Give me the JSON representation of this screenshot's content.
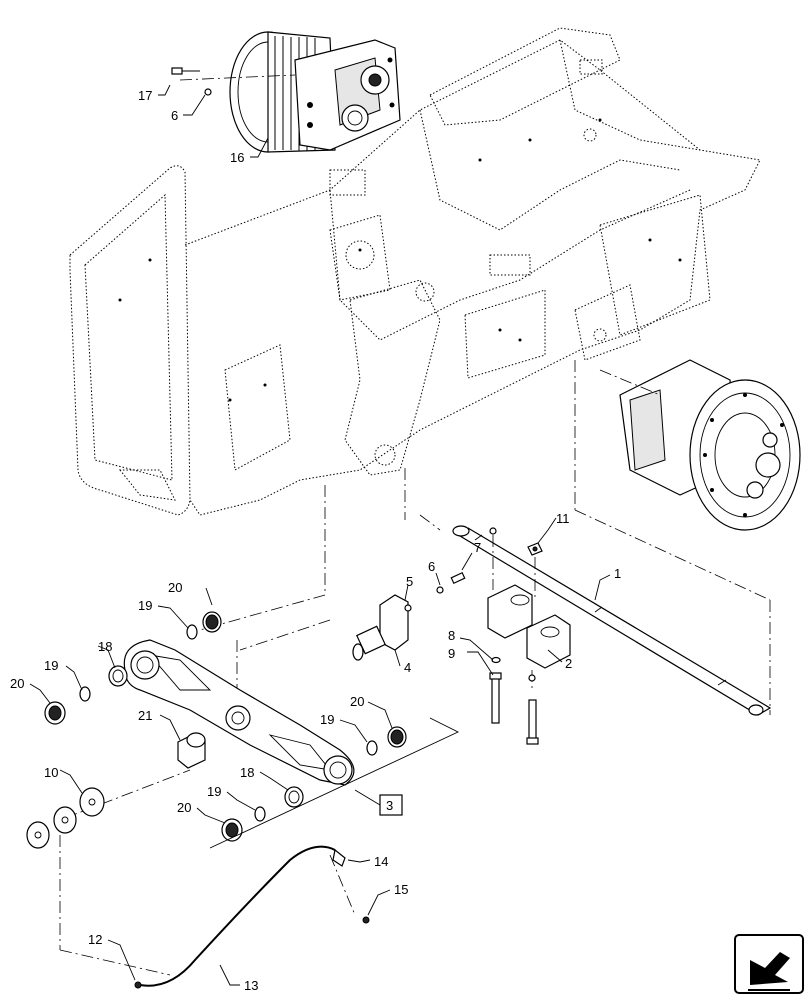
{
  "callouts": {
    "c1": "1",
    "c2": "2",
    "c3": "3",
    "c4": "4",
    "c5": "5",
    "c6a": "6",
    "c6b": "6",
    "c7": "7",
    "c8": "8",
    "c9": "9",
    "c10": "10",
    "c11": "11",
    "c12": "12",
    "c13": "13",
    "c14": "14",
    "c15": "15",
    "c16": "16",
    "c17": "17",
    "c18a": "18",
    "c18b": "18",
    "c19a": "19",
    "c19b": "19",
    "c19c": "19",
    "c19d": "19",
    "c20a": "20",
    "c20b": "20",
    "c20c": "20",
    "c20d": "20",
    "c21": "21"
  },
  "icons": {
    "nav_arrow": "return-arrow-icon"
  }
}
